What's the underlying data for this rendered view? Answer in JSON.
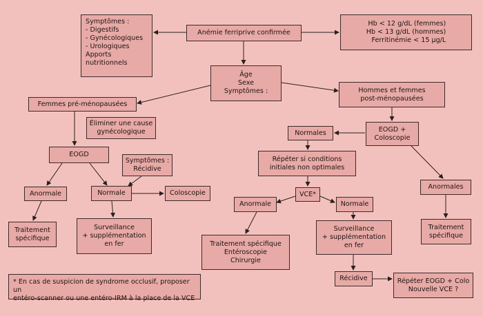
{
  "colors": {
    "page": "#f3c1bd",
    "box_fill": "#e8aaa6",
    "border": "#3a2a2a",
    "line": "#2a2020"
  },
  "nodes": {
    "symptomes_types": "Symptômes :\n- Digestifs\n- Gynécologiques\n- Urologiques\nApports\nnutritionnels",
    "anemie": "Anémie ferriprive confirmée",
    "criteres": "Hb < 12 g/dL (femmes)\nHb < 13 g/dL (hommes)\nFerritinémie < 15 µg/L",
    "age_sexe": "Âge\nSexe\nSymptômes :",
    "femmes_pre": "Femmes pré-ménopausées",
    "hommes_post": "Hommes et femmes\npost-ménopausées",
    "eliminer": "Éliminer une cause\ngynécologique",
    "eogd_left": "EOGD",
    "symptomes_recidive": "Symptômes :\nRécidive",
    "anormale_left": "Anormale",
    "normale_left": "Normale",
    "coloscopie": "Coloscopie",
    "traitement_left": "Traitement\nspécifique",
    "surveillance_left": "Surveillance\n+ supplémentation\nen fer",
    "normales_right": "Normales",
    "eogd_colo": "EOGD +\nColoscopie",
    "repeter": "Répéter si conditions\ninitiales non optimales",
    "vce": "VCE*",
    "anormale_mid": "Anormale",
    "normale_mid": "Normale",
    "anormales_right": "Anormales",
    "traitement_chir": "Traitement spécifique\nEntéroscopie\nChirurgie",
    "surveillance_right": "Surveillance\n+ supplémentation\nen fer",
    "traitement_right": "Traitement\nspécifique",
    "recidive": "Récidive",
    "repeter_eogd": "Répéter EOGD + Colo\nNouvelle VCE ?",
    "footnote": "* En cas de suspicion de syndrome occlusif, proposer un\nentéro-scanner ou une entéro-IRM à la place de la VCE"
  }
}
